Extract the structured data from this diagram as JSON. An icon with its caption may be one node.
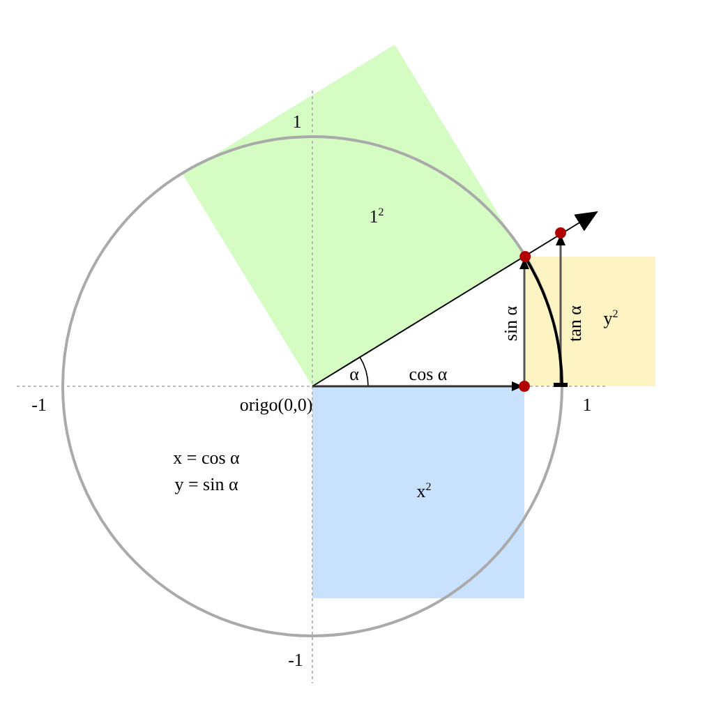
{
  "diagram": {
    "labels": [
      "1",
      "1$^{2}$",
      "y$^{2}$",
      "sin α",
      "tan α",
      "α",
      "cos α",
      "-1",
      "origo(0,0)",
      "1",
      "x = cos α",
      "y = sin α",
      "x$^{2}$",
      "-1"
    ]
  }
}
